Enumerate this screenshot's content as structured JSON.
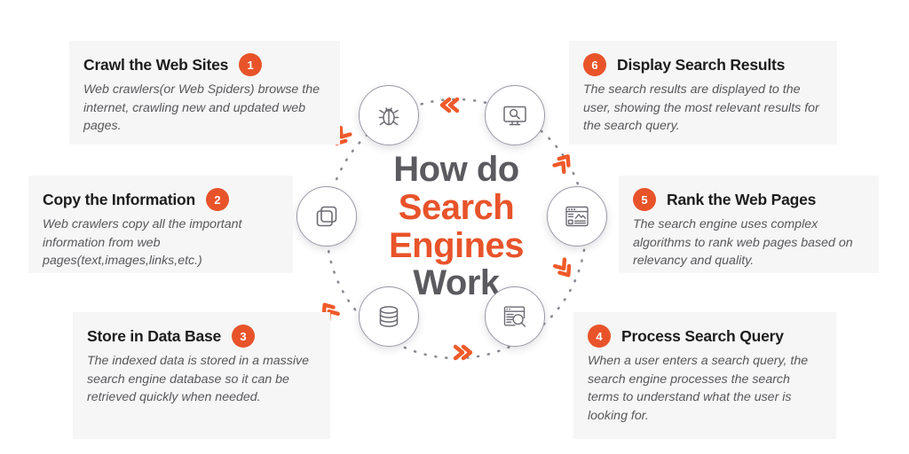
{
  "center": {
    "line1": "How do",
    "line2": "Search",
    "line3": "Engines",
    "line4": "Work",
    "accent_color": "#e8532a",
    "text_color": "#5a5a5f"
  },
  "theme": {
    "accent": "#e8532a",
    "card_bg": "#f6f6f6",
    "title_color": "#1d1d1f",
    "body_color": "#58585c",
    "node_stroke": "#6b6b73",
    "dotted_circle": "#8a8a93"
  },
  "steps": [
    {
      "number": "1",
      "title": "Crawl the Web Sites",
      "body": "Web crawlers(or Web Spiders) browse the internet, crawling new and updated web pages.",
      "icon": "bug-icon",
      "side": "left"
    },
    {
      "number": "2",
      "title": "Copy the Information",
      "body": "Web crawlers copy all the important information from web pages(text,images,links,etc.)",
      "icon": "copy-icon",
      "side": "left"
    },
    {
      "number": "3",
      "title": "Store in Data Base",
      "body": "The indexed data is stored in a massive search engine database so it can be retrieved quickly when needed.",
      "icon": "database-icon",
      "side": "left"
    },
    {
      "number": "4",
      "title": "Process Search Query",
      "body": "When a user enters a search query, the search engine processes the search terms to understand what the user is looking for.",
      "icon": "browser-search-icon",
      "side": "right"
    },
    {
      "number": "5",
      "title": "Rank the Web Pages",
      "body": "The search engine uses complex algorithms to rank web pages based on relevancy and quality.",
      "icon": "webpage-image-icon",
      "side": "right"
    },
    {
      "number": "6",
      "title": "Display Search Results",
      "body": "The search results are displayed to the user, showing the most relevant results for the search query.",
      "icon": "monitor-search-icon",
      "side": "right"
    }
  ],
  "flow": {
    "direction": "counter-clockwise",
    "markers": [
      "chevron-left",
      "chevron-up-left",
      "chevron-down-left",
      "chevron-right",
      "chevron-up-right",
      "chevron-down-right"
    ]
  }
}
